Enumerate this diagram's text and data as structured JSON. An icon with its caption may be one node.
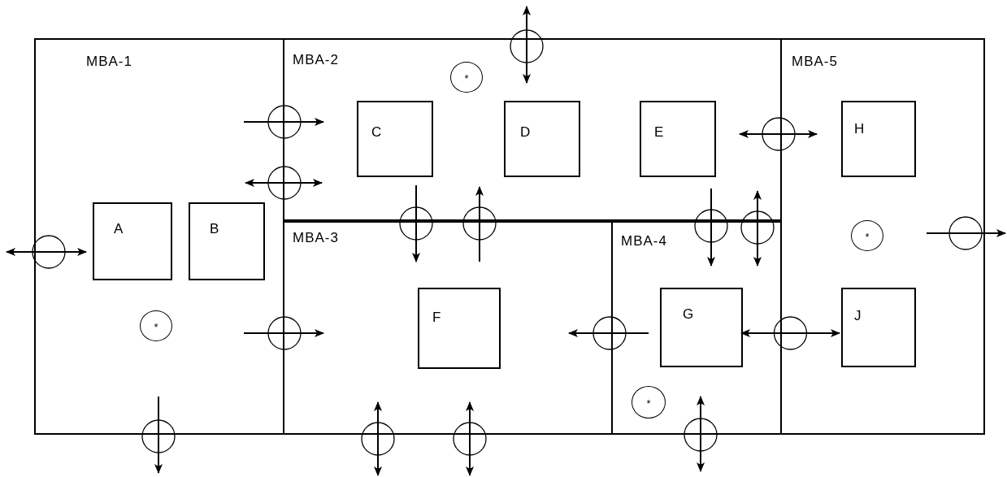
{
  "diagram": {
    "nodes": [
      {
        "text": [
          "MBA-1"
        ]
      },
      {
        "text": [
          "MBA-2"
        ]
      },
      {
        "text": [
          "MBA-5"
        ]
      },
      {
        "text": [
          "MBA-3"
        ]
      },
      {
        "text": [
          "MBA-4"
        ]
      },
      {
        "text": [
          "A"
        ],
        "in": 0
      },
      {
        "text": [
          "B"
        ],
        "in": 0
      },
      {
        "text": [
          "*"
        ],
        "in": 0
      },
      {
        "text": [
          "*"
        ],
        "in": 1
      },
      {
        "text": [
          "C"
        ],
        "in": 1
      },
      {
        "text": [
          "D"
        ],
        "in": 1
      },
      {
        "text": [
          "E"
        ],
        "in": 1
      },
      {
        "text": [
          "H"
        ],
        "in": 2
      },
      {
        "text": [
          "*"
        ],
        "in": 2
      },
      {
        "text": [
          "J"
        ],
        "in": 2
      },
      {
        "text": [
          "F"
        ],
        "in": 3
      },
      {
        "text": [
          "G"
        ],
        "in": 4
      },
      {
        "text": [
          "*"
        ],
        "in": 4
      }
    ],
    "edges": [
      {
        "from": 16,
        "to": 14,
        "arrow": "both"
      }
    ]
  }
}
